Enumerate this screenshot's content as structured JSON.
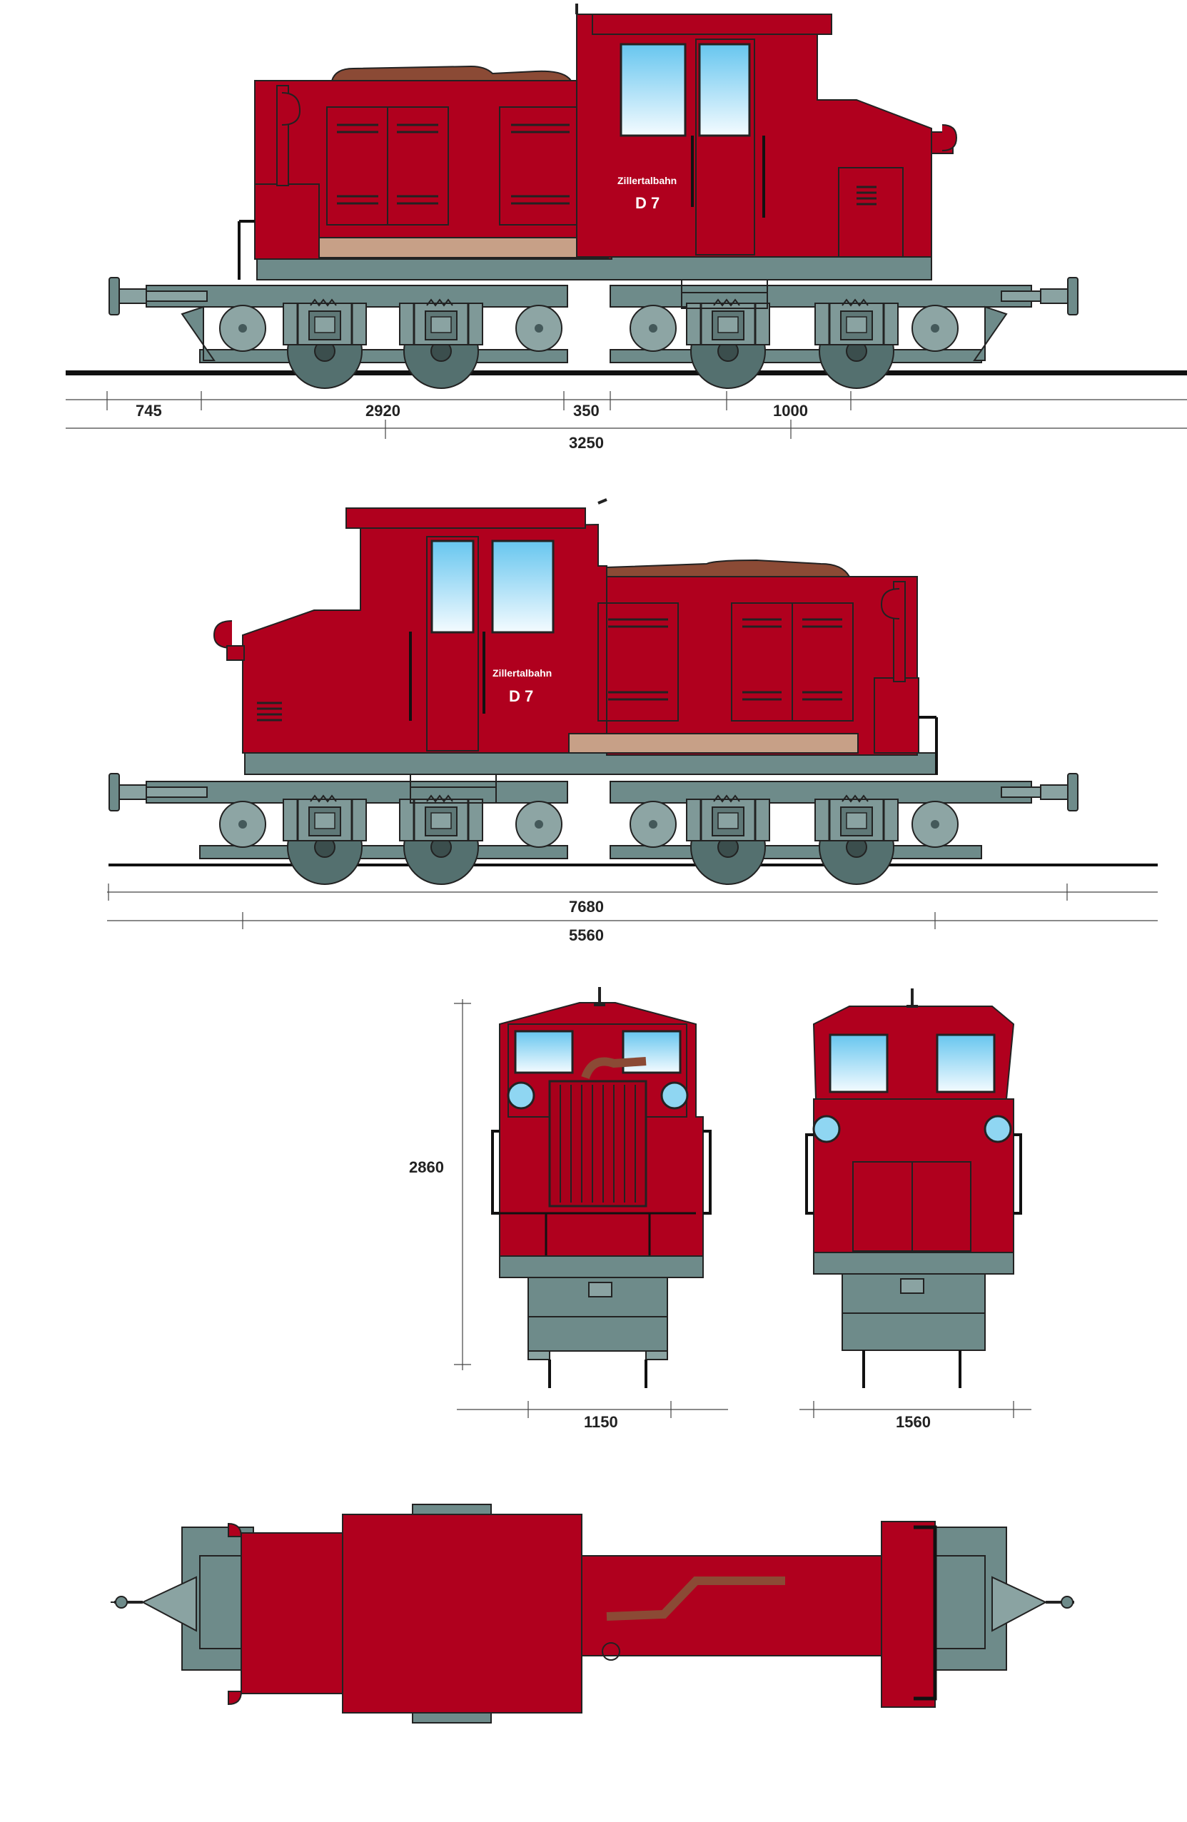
{
  "locomotive": {
    "operator": "Zillertalbahn",
    "number": "D 7"
  },
  "dimensions": {
    "side_a": [
      "745",
      "2920",
      "350",
      "1000",
      "3250"
    ],
    "side_b": [
      "7680",
      "5560"
    ],
    "front_height": "2860",
    "front_width": "1150",
    "rear_width": "1560"
  },
  "colors": {
    "body_red": "#b0001e",
    "frame_grey": "#6e8b8a",
    "roof_brown": "#8b4a35",
    "skirt_tan": "#c7a087",
    "glass_top": "#8fd6f2",
    "glass_bottom": "#eaf7ff",
    "line_dark": "#2a2a2a"
  },
  "icons": [
    "headlamp-icon",
    "coupler-icon",
    "wheel-icon",
    "spring-icon"
  ]
}
